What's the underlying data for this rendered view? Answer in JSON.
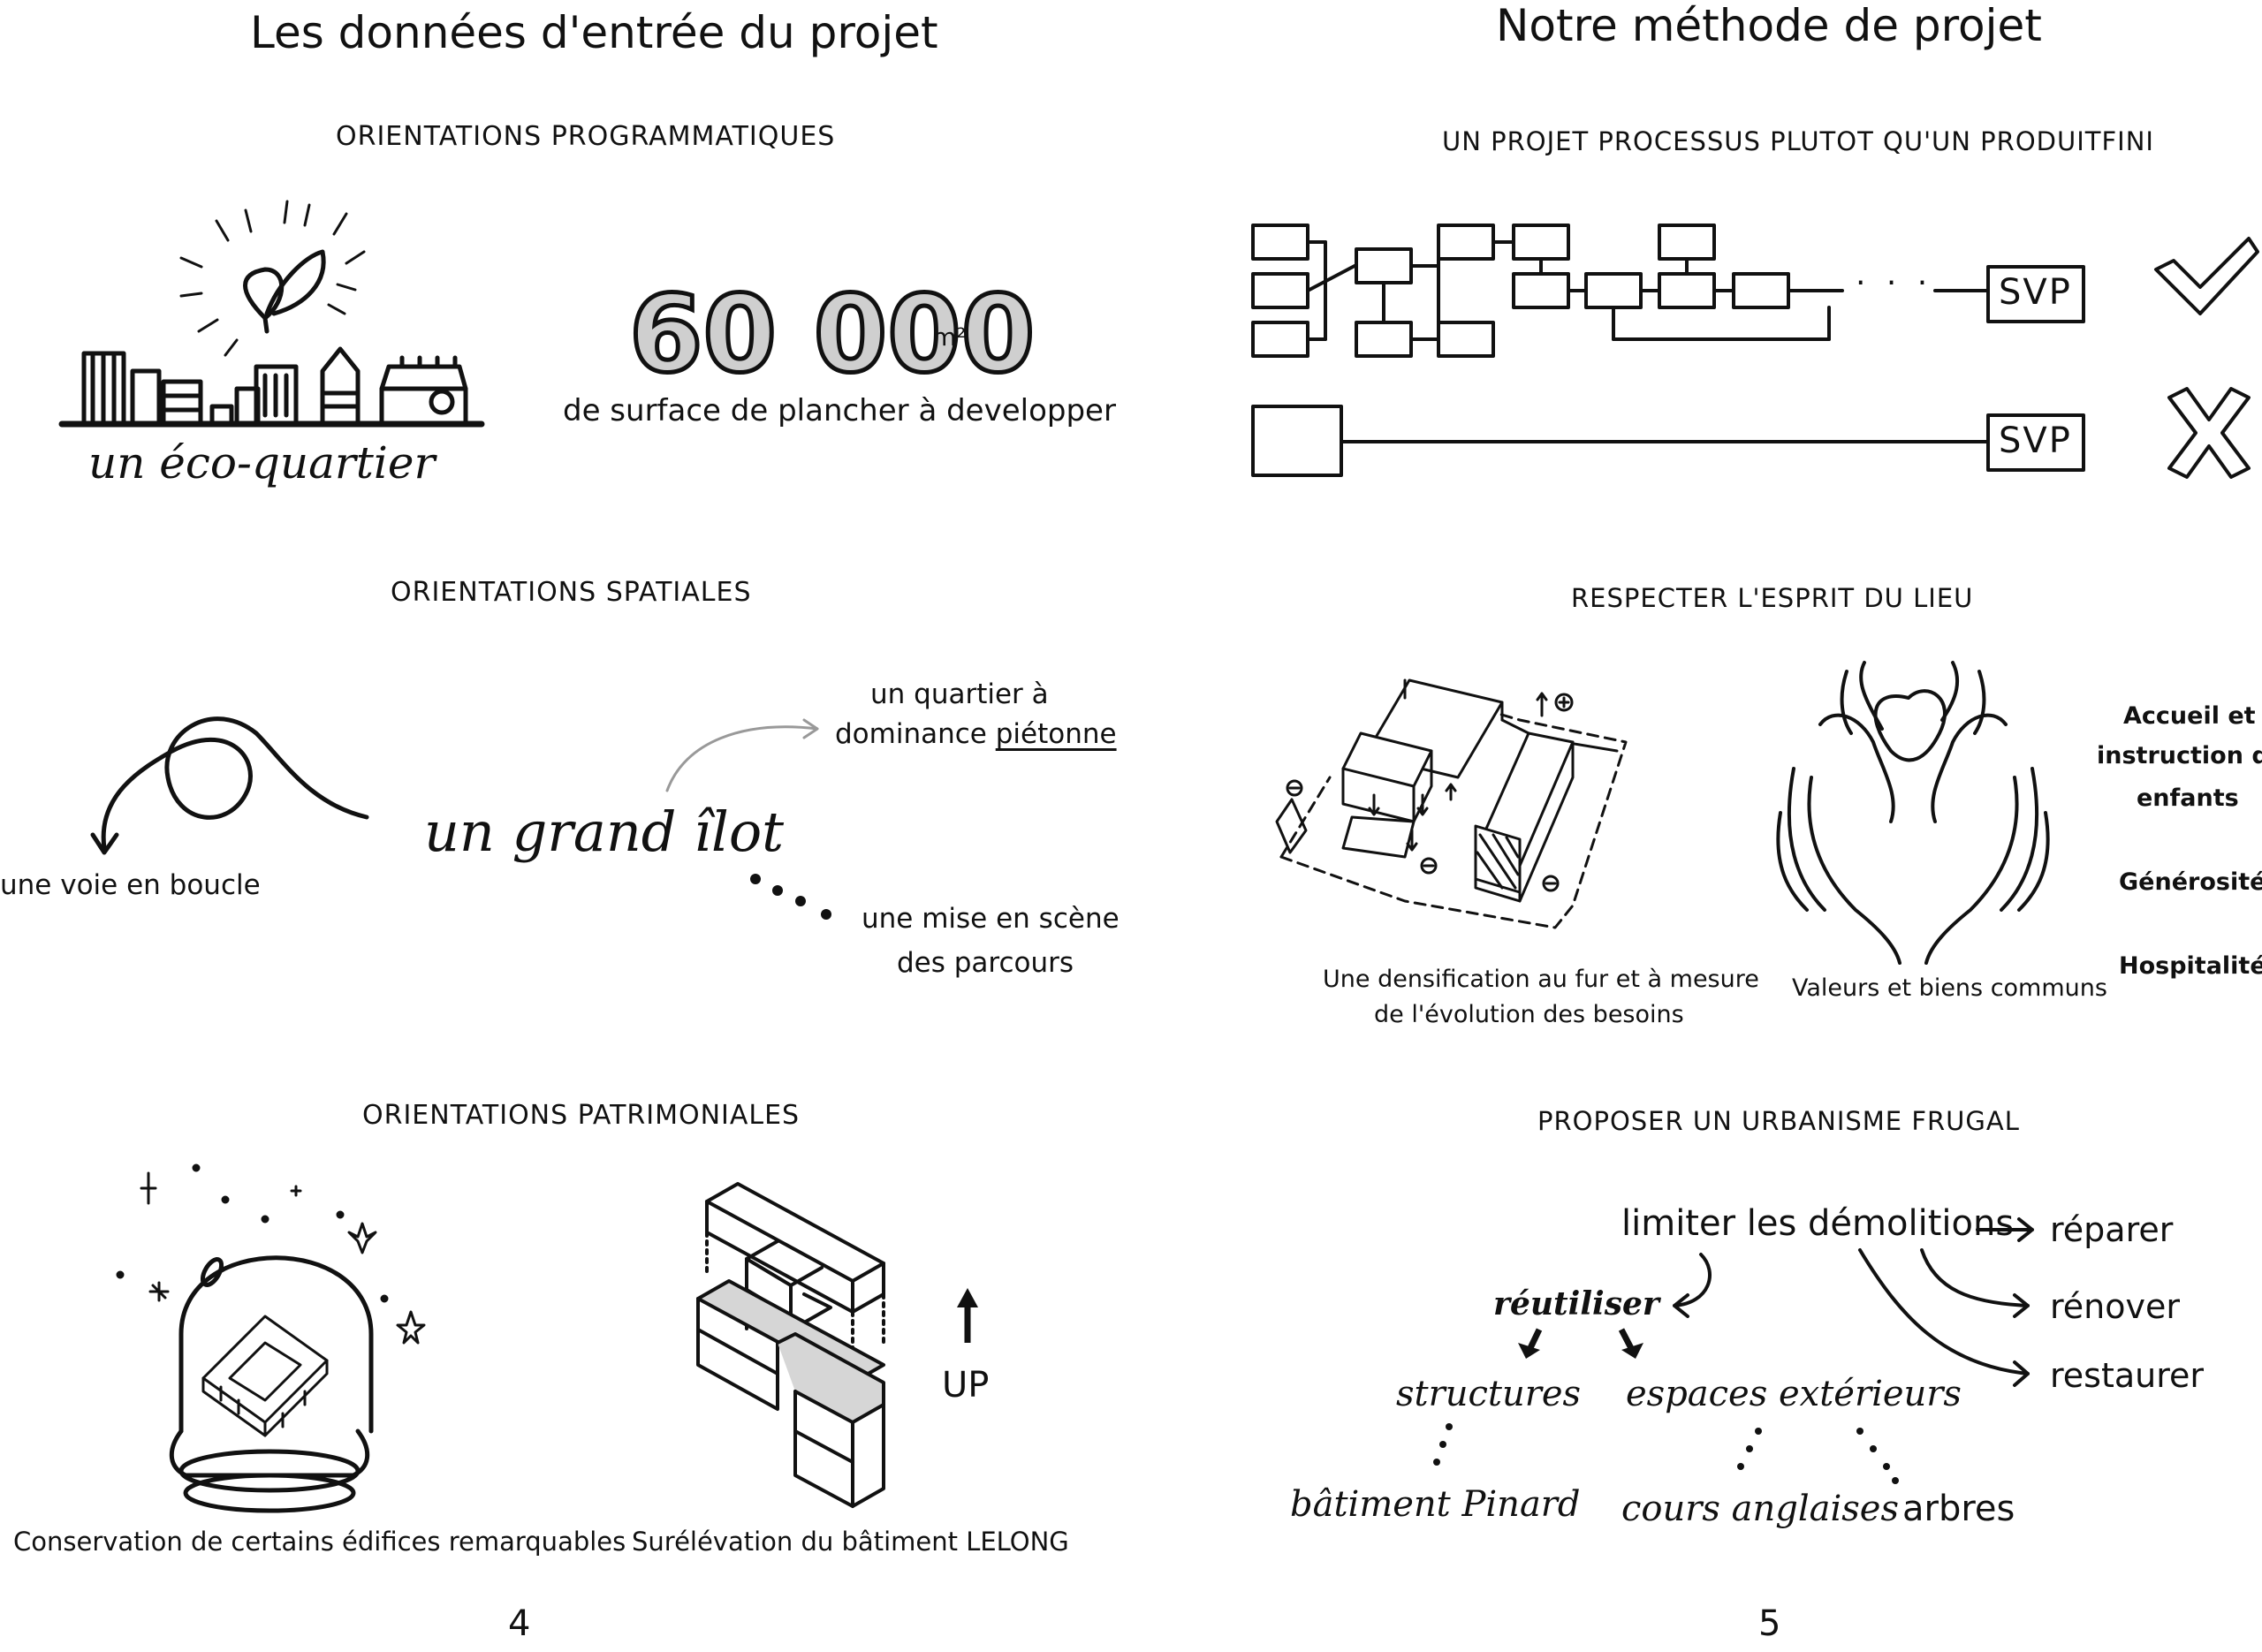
{
  "left_page": {
    "title": "Les données d'entrée du projet",
    "page_number": "4",
    "programmatic": {
      "heading": "ORIENTATIONS PROGRAMMATIQUES",
      "eco_caption": "un éco-quartier",
      "big_number": "60 000",
      "unit": "m²",
      "surface_caption": "de surface de plancher à developper"
    },
    "spatial": {
      "heading": "ORIENTATIONS SPATIALES",
      "loop_caption": "une voie en boucle",
      "big_islot": "un grand îlot",
      "pedestrian_line1": "un quartier à",
      "pedestrian_line2_a": "dominance ",
      "pedestrian_line2_b": "piétonne",
      "routes_line1": "une mise en scène",
      "routes_line2": "des parcours"
    },
    "heritage": {
      "heading": "ORIENTATIONS PATRIMONIALES",
      "conservation_caption": "Conservation de certains édifices remarquables",
      "raise_caption": "Surélévation du bâtiment LELONG",
      "up_label": "UP"
    }
  },
  "right_page": {
    "title": "Notre méthode de projet",
    "page_number": "5",
    "process": {
      "heading": "UN PROJET PROCESSUS PLUTOT QU'UN PRODUITFINI",
      "svp_label_1": "SVP",
      "svp_label_2": "SVP",
      "dots": "· · ·"
    },
    "spirit": {
      "heading": "RESPECTER L'ESPRIT DU LIEU",
      "densification_line1": "Une densification au fur et à mesure",
      "densification_line2": "de l'évolution des besoins",
      "values_caption": "Valeurs et biens communs",
      "welcome_line1": "Accueil et",
      "welcome_line2": "instruction des",
      "welcome_line3": "enfants",
      "generosity": "Générosité",
      "hospitality": "Hospitalité"
    },
    "frugal": {
      "heading": "PROPOSER UN URBANISME FRUGAL",
      "limit": "limiter les démolitions",
      "repair": "réparer",
      "renovate": "rénover",
      "restore": "restaurer",
      "reuse": "réutiliser",
      "structures": "structures",
      "outdoor": "espaces extérieurs",
      "pinard": "bâtiment Pinard",
      "courts": "cours anglaises",
      "trees": "arbres"
    }
  }
}
